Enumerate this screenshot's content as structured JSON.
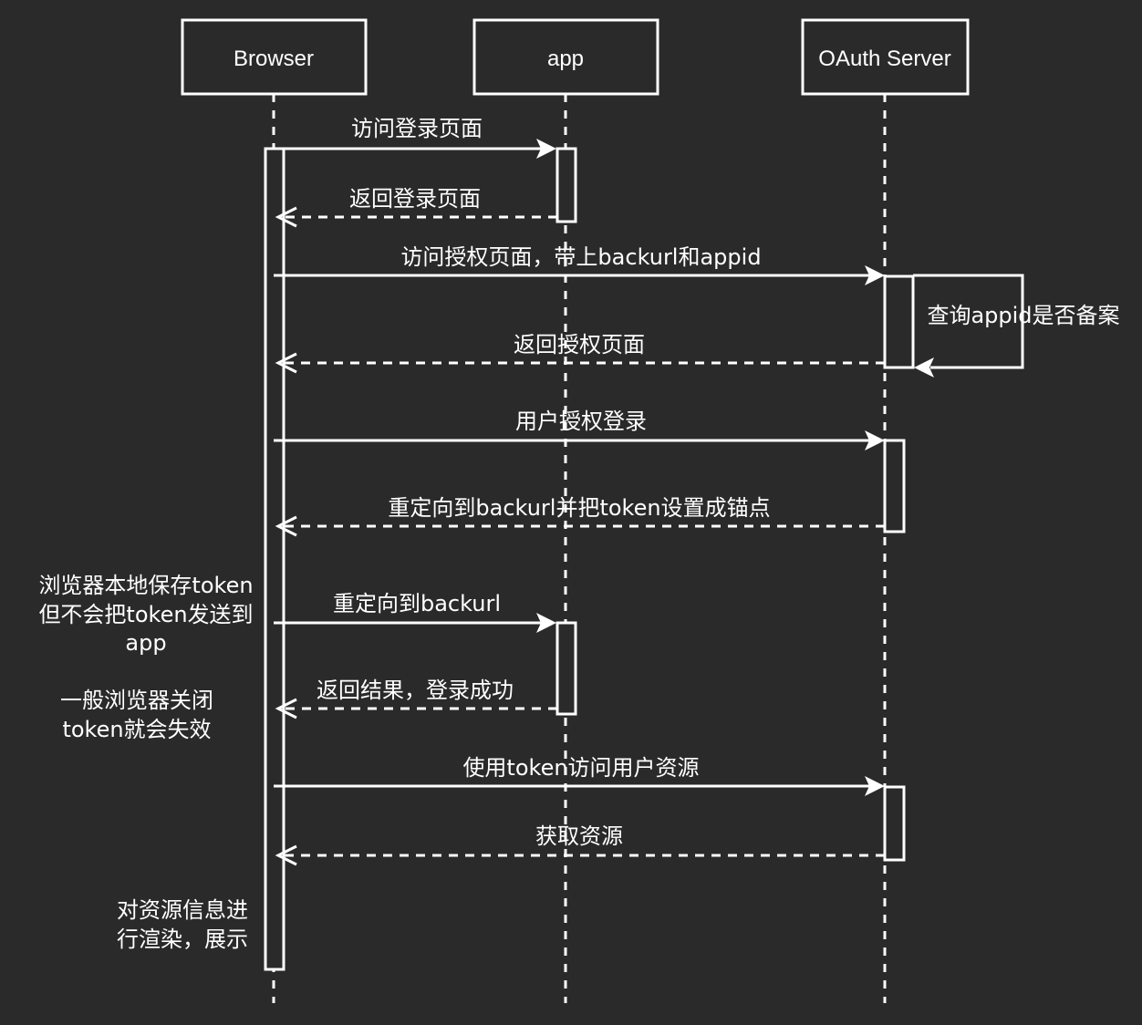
{
  "colors": {
    "background": "#2a2a2a",
    "stroke": "#ffffff",
    "text": "#ffffff"
  },
  "participants": [
    {
      "id": "browser",
      "label": "Browser"
    },
    {
      "id": "app",
      "label": "app"
    },
    {
      "id": "oauth",
      "label": "OAuth Server"
    }
  ],
  "messages": [
    {
      "label": "访问登录页面",
      "style": "solid"
    },
    {
      "label": "返回登录页面",
      "style": "dashed"
    },
    {
      "label": "访问授权页面，带上backurl和appid",
      "style": "solid"
    },
    {
      "label": "返回授权页面",
      "style": "dashed"
    },
    {
      "label": "用户授权登录",
      "style": "solid"
    },
    {
      "label": "重定向到backurl并把token设置成锚点",
      "style": "dashed"
    },
    {
      "label": "重定向到backurl",
      "style": "solid"
    },
    {
      "label": "返回结果，登录成功",
      "style": "dashed"
    },
    {
      "label": "使用token访问用户资源",
      "style": "solid"
    },
    {
      "label": "获取资源",
      "style": "dashed"
    }
  ],
  "self_message": {
    "label": "查询appid是否备案"
  },
  "notes": [
    {
      "lines": [
        "浏览器本地保存token",
        "但不会把token发送到",
        "app"
      ]
    },
    {
      "lines": [
        "一般浏览器关闭",
        "token就会失效"
      ]
    },
    {
      "lines": [
        "对资源信息进",
        "行渲染，展示"
      ]
    }
  ]
}
